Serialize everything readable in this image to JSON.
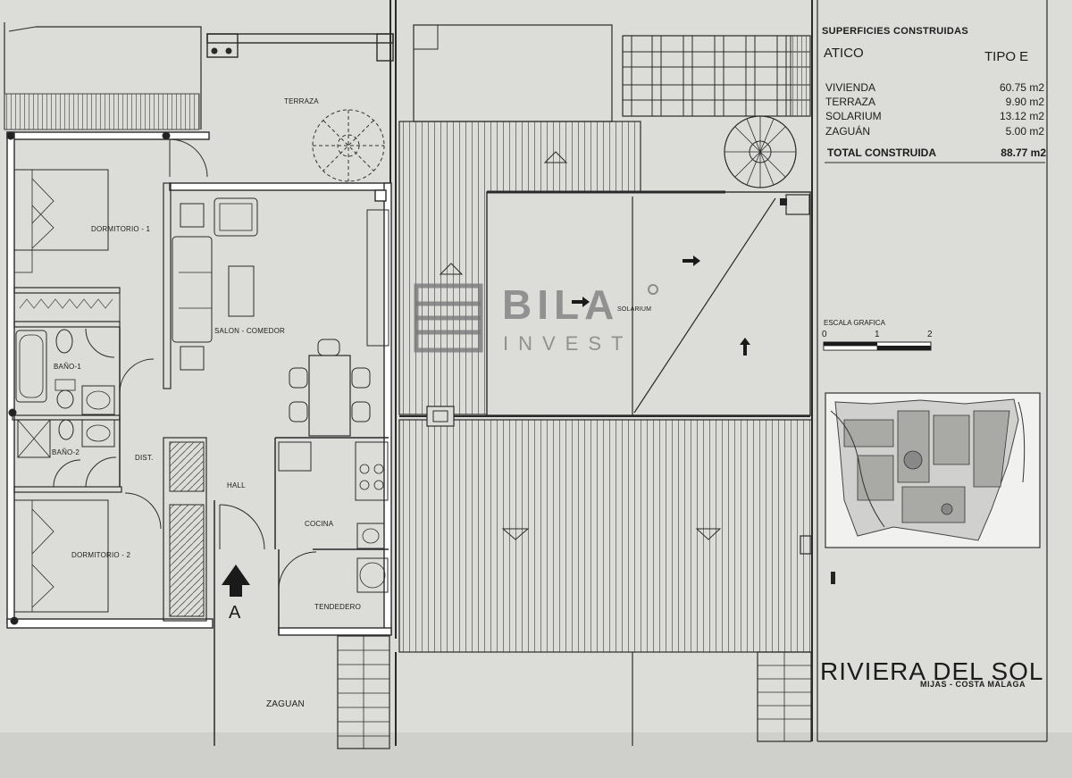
{
  "areas": {
    "title": "SUPERFICIES CONSTRUIDAS",
    "floor": "ATICO",
    "type": "TIPO E",
    "rows": [
      {
        "label": "VIVIENDA",
        "value": "60.75 m2"
      },
      {
        "label": "TERRAZA",
        "value": "9.90 m2"
      },
      {
        "label": "SOLARIUM",
        "value": "13.12 m2"
      },
      {
        "label": "ZAGUÁN",
        "value": "5.00 m2"
      }
    ],
    "total_label": "TOTAL CONSTRUIDA",
    "total_value": "88.77 m2"
  },
  "scale": {
    "title": "ESCALA GRAFICA",
    "ticks": [
      "0",
      "1",
      "2"
    ]
  },
  "rooms": {
    "terraza": "TERRAZA",
    "dormitorio1": "DORMITORIO - 1",
    "salon": "SALON - COMEDOR",
    "bano1": "BAÑO-1",
    "bano2": "BAÑO-2",
    "dist": "DIST.",
    "hall": "HALL",
    "dormitorio2": "DORMITORIO - 2",
    "cocina": "COCINA",
    "tendedero": "TENDEDERO",
    "zaguan": "ZAGUAN",
    "solarium": "SOLARIUM"
  },
  "entrance": {
    "label": "A"
  },
  "project": {
    "name": "RIVIERA DEL SOL",
    "location": "MIJAS - COSTA MALAGA"
  },
  "watermark": {
    "name": "BILA",
    "sub": "INVEST"
  }
}
